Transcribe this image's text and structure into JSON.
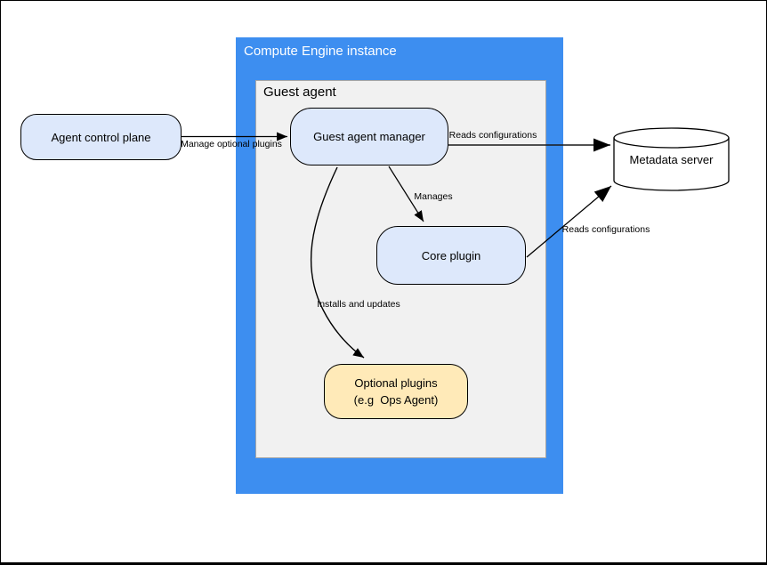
{
  "diagram": {
    "containers": {
      "compute_engine": {
        "title": "Compute Engine instance"
      },
      "guest_agent": {
        "title": "Guest agent"
      }
    },
    "nodes": {
      "agent_control_plane": {
        "label": "Agent control plane"
      },
      "guest_agent_manager": {
        "label": "Guest agent manager"
      },
      "core_plugin": {
        "label": "Core plugin"
      },
      "optional_plugins": {
        "line1": "Optional plugins",
        "line2": "(e.g  Ops Agent)"
      },
      "metadata_server": {
        "label": "Metadata server"
      }
    },
    "edges": {
      "manage_optional_plugins": {
        "label": "Manage optional plugins"
      },
      "manager_reads_configurations": {
        "label": "Reads configurations"
      },
      "manages": {
        "label": "Manages"
      },
      "core_reads_configurations": {
        "label": "Reads configurations"
      },
      "installs_and_updates": {
        "label": "Installs and updates"
      }
    },
    "colors": {
      "container_blue": "#3d8ef0",
      "container_gray_fill": "#f1f1f1",
      "container_gray_border": "#a6a6a6",
      "node_fill_blue": "#dde8fb",
      "node_fill_yellow": "#ffeab8",
      "node_border": "#000000",
      "title_text": "#ffffff",
      "arrow": "#000000"
    }
  }
}
